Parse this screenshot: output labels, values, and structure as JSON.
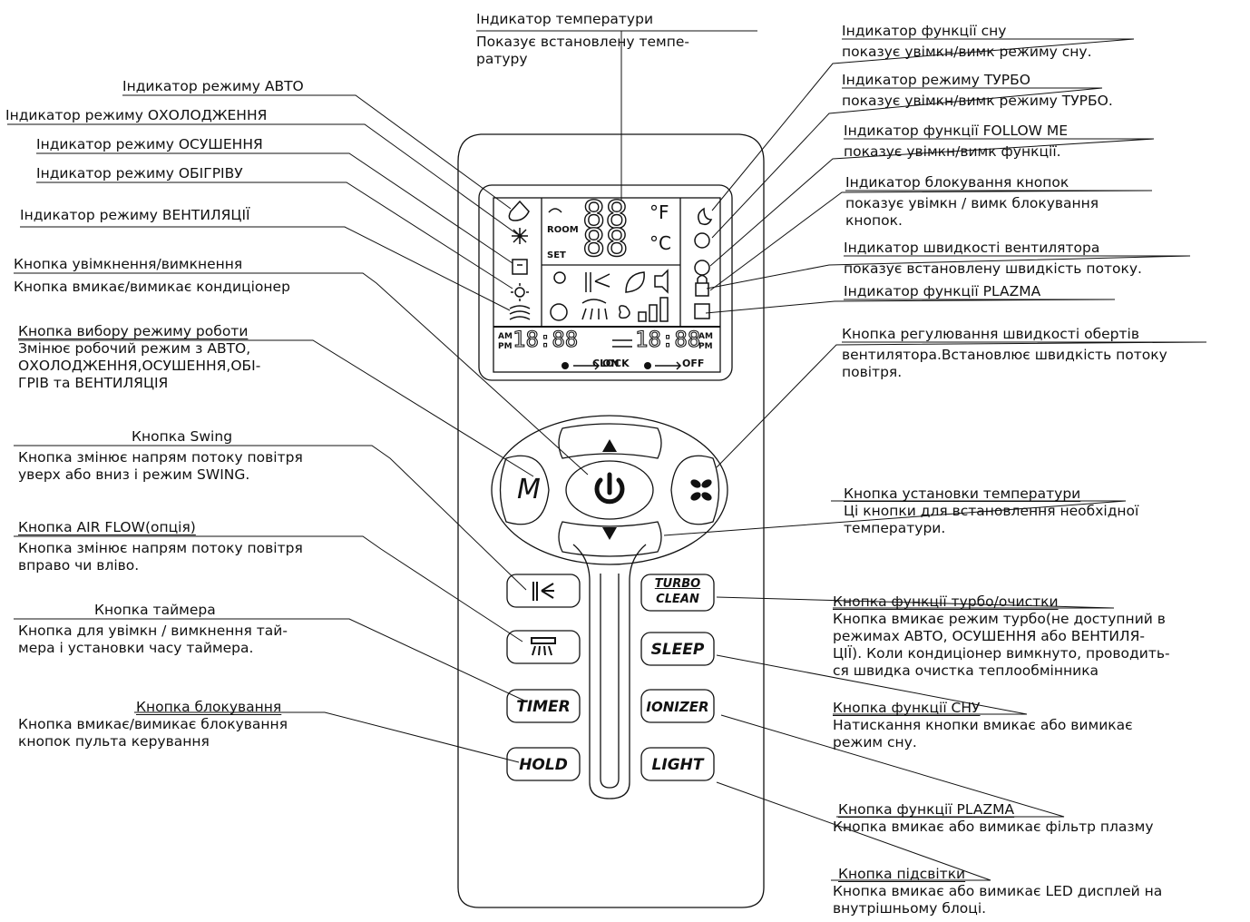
{
  "remote": {
    "lcd": {
      "room": "ROOM",
      "set": "SET",
      "temp_digits": "88",
      "unit_f": "°F",
      "unit_c": "°C",
      "am": "AM",
      "pm": "PM",
      "clock_digits": "18:88",
      "on_label": "ON",
      "clock_label": "CLOCK",
      "off_label": "OFF"
    },
    "buttons": {
      "mode": "M",
      "turbo": "TURBO",
      "clean": "CLEAN",
      "sleep": "SLEEP",
      "timer": "TIMER",
      "ionizer": "IONIZER",
      "hold": "HOLD",
      "light": "LIGHT"
    }
  },
  "left_labels": [
    {
      "title": "Індикатор режиму АВТО"
    },
    {
      "title": "Індикатор режиму ОХОЛОДЖЕННЯ"
    },
    {
      "title": "Індикатор режиму ОСУШЕННЯ"
    },
    {
      "title": "Індикатор режиму ОБІГРІВУ"
    },
    {
      "title": "Індикатор режиму ВЕНТИЛЯЦІЇ"
    },
    {
      "title": "Кнопка увімкнення/вимкнення",
      "desc": [
        "Кнопка вмикає/вимикає кондиціонер"
      ]
    },
    {
      "title": "Кнопка вибору режиму роботи",
      "desc": [
        "Змінює робочий режим з АВТО,",
        "ОХОЛОДЖЕННЯ,ОСУШЕННЯ,ОБІ-",
        "ГРІВ та ВЕНТИЛЯЦІЯ"
      ]
    },
    {
      "title": "Кнопка Swing",
      "desc": [
        "Кнопка змінює напрям потоку повітря",
        "уверх або вниз і режим SWING."
      ]
    },
    {
      "title": "Кнопка AIR FLOW(опція)",
      "desc": [
        "Кнопка змінює напрям потоку повітря",
        "вправо чи вліво."
      ]
    },
    {
      "title": "Кнопка таймера",
      "desc": [
        "Кнопка для увімкн / вимкнення тай-",
        "мера і установки часу таймера."
      ]
    },
    {
      "title": "Кнопка блокування",
      "desc": [
        "Кнопка вмикає/вимикає блокування",
        "кнопок пульта керування"
      ]
    }
  ],
  "top_label": {
    "title": "Індикатор температури",
    "desc": [
      "Показує встановлену темпе-",
      "ратуру"
    ]
  },
  "right_labels": [
    {
      "title": "Індикатор функції сну",
      "desc": [
        "показує увімкн/вимк режиму сну."
      ]
    },
    {
      "title": "Індикатор режиму ТУРБО",
      "desc": [
        "показує увімкн/вимк режиму ТУРБО."
      ]
    },
    {
      "title": "Індикатор функції FOLLOW ME",
      "desc": [
        "показує увімкн/вимк функції."
      ]
    },
    {
      "title": "Індикатор блокування кнопок",
      "desc": [
        "показує увімкн / вимк блокування",
        "кнопок."
      ]
    },
    {
      "title": "Індикатор швидкості вентилятора",
      "desc": [
        "показує встановлену швидкість потоку."
      ]
    },
    {
      "title": "Індикатор функції PLAZMA"
    },
    {
      "title": "Кнопка регулювання швидкості обертів",
      "desc": [
        "вентилятора.Встановлює швидкість потоку",
        "повітря."
      ]
    },
    {
      "title": "Кнопка установки температури",
      "desc": [
        "Ці кнопки для встановлення необхідної",
        "температури."
      ]
    },
    {
      "title": "Кнопка функції турбо/очистки",
      "desc": [
        "Кнопка вмикає режим турбо(не доступний в",
        "режимах АВТО, ОСУШЕННЯ або ВЕНТИЛЯ-",
        "ЦІЇ). Коли кондиціонер вимкнуто, проводить-",
        "ся швидка очистка теплообмінника"
      ]
    },
    {
      "title": "Кнопка  функції СНУ",
      "desc": [
        "Натискання кнопки вмикає або вимикає",
        "режим сну."
      ]
    },
    {
      "title": "Кнопка функції PLAZMA",
      "desc": [
        "Кнопка вмикає або вимикає фільтр плазму"
      ]
    },
    {
      "title": "Кнопка підсвітки",
      "desc": [
        "Кнопка вмикає або вимикає LED дисплей на",
        "внутрішньому блоці."
      ]
    }
  ]
}
